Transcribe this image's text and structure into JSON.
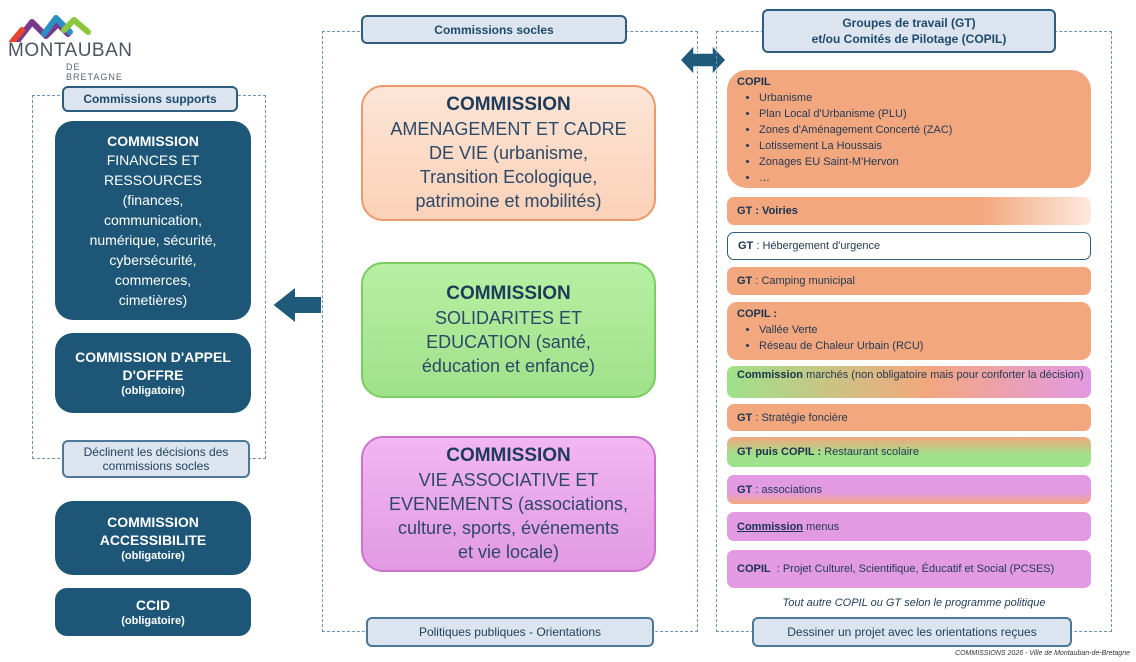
{
  "logo": {
    "name": "MONTAUBAN",
    "subtitle": "DE BRETAGNE"
  },
  "supports": {
    "header": "Commissions supports",
    "finances": {
      "title1": "COMMISSION",
      "body": [
        "FINANCES ET",
        "RESSOURCES",
        "(finances,",
        "communication,",
        "numérique, sécurité,",
        "cybersécurité,",
        "commerces,",
        "cimetières)"
      ]
    },
    "appel": {
      "title": [
        "COMMISSION D'APPEL",
        "D'OFFRE"
      ],
      "note": "(obligatoire)"
    },
    "footer": "Déclinent les décisions des commissions socles",
    "accessibilite": {
      "title": [
        "COMMISSION",
        "ACCESSIBILITE"
      ],
      "note": "(obligatoire)"
    },
    "ccid": {
      "title": "CCID",
      "note": "(obligatoire)"
    }
  },
  "socles": {
    "header": "Commissions socles",
    "footer": "Politiques publiques - Orientations",
    "cards": [
      {
        "title": "COMMISSION",
        "lines": [
          "AMENAGEMENT ET CADRE",
          "DE VIE (urbanisme,",
          "Transition Ecologique,",
          "patrimoine et mobilités)"
        ]
      },
      {
        "title": "COMMISSION",
        "lines": [
          "SOLIDARITES ET",
          "EDUCATION (santé,",
          "éducation et enfance)"
        ]
      },
      {
        "title": "COMMISSION",
        "lines": [
          "VIE ASSOCIATIVE ET",
          "EVENEMENTS (associations,",
          "culture, sports, événements",
          "et vie locale)"
        ]
      }
    ]
  },
  "groupes": {
    "header": [
      "Groupes de travail (GT)",
      "et/ou Comités de Pilotage (COPIL)"
    ],
    "copil1": {
      "label": "COPIL",
      "items": [
        "Urbanisme",
        "Plan Local d'Urbanisme (PLU)",
        "Zones d'Aménagement Concerté (ZAC)",
        "Lotissement La Houssais",
        "Zonages EU Saint-M'Hervon",
        "…"
      ]
    },
    "rows": [
      {
        "bold": "GT : Voiries",
        "text": ""
      },
      {
        "bold": "GT",
        "text": " : Hébergement d'urgence"
      },
      {
        "bold": "GT",
        "text": " : Camping municipal"
      }
    ],
    "copil2": {
      "label": "COPIL :",
      "items": [
        "Vallée Verte",
        "Réseau de Chaleur Urbain (RCU)"
      ]
    },
    "rows2": [
      {
        "bold": "Commission",
        "text": " marchés (non obligatoire mais pour conforter la décision)"
      },
      {
        "bold": "GT",
        "text": " : Stratégie foncière"
      },
      {
        "bold": "GT puis COPIL :",
        "text": " Restaurant scolaire"
      },
      {
        "bold": "GT",
        "text": " : associations"
      },
      {
        "bold": "Commission",
        "text": " menus"
      },
      {
        "bold": "COPIL",
        "text": "  : Projet Culturel, Scientifique, Éducatif et Social (PCSES)"
      }
    ],
    "note": "Tout autre COPIL ou GT selon le programme politique",
    "footer": "Dessiner un projet avec les orientations reçues"
  },
  "page_footer": "COMMISSIONS 2026 - Ville de Montauban-de-Bretagne",
  "colors": {
    "navy": "#1d5676",
    "orange": "#f3a77f",
    "green": "#9fe18a",
    "violet": "#e29ae2",
    "pill": "#dbe4ef"
  }
}
